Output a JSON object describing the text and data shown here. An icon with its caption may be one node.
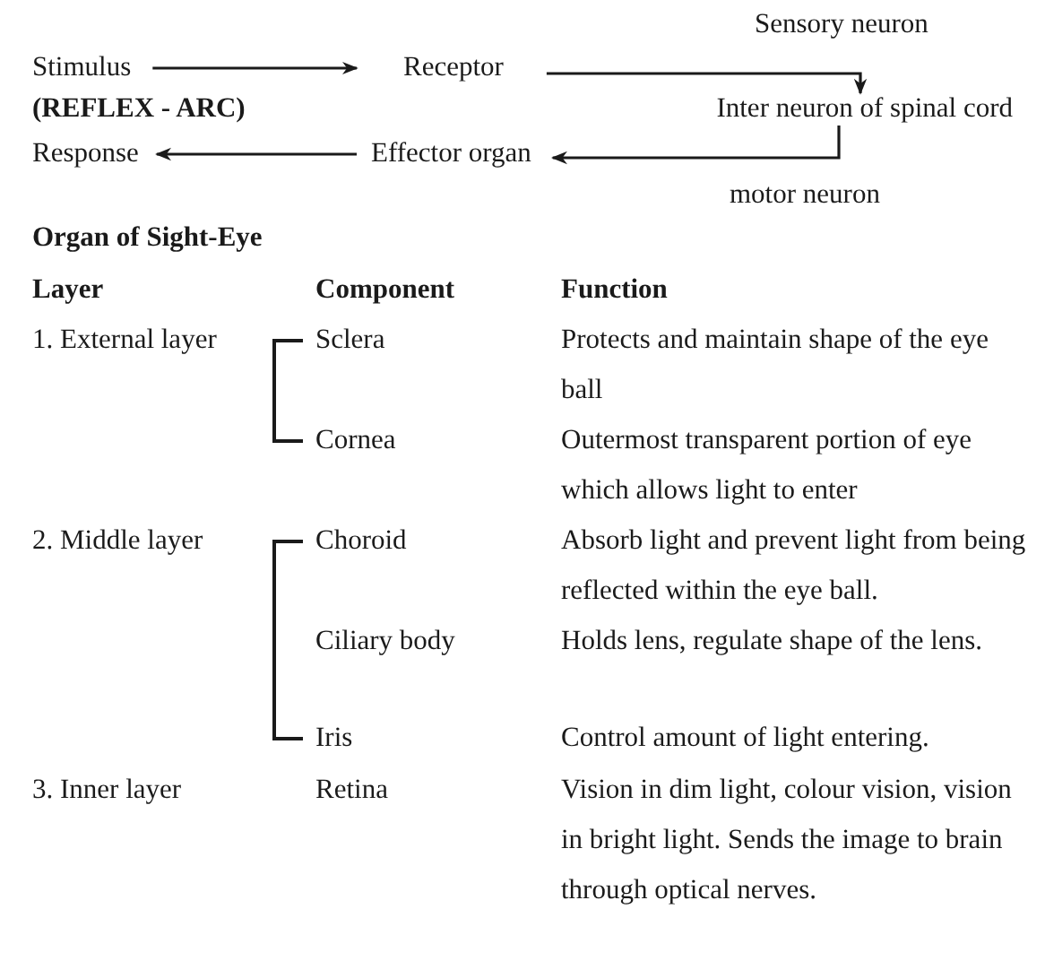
{
  "diagram": {
    "nodes": [
      {
        "text": [
          "Stimulus"
        ]
      },
      {
        "text": [
          "Receptor"
        ]
      },
      {
        "text": [
          "Inter neuron of spinal cord"
        ]
      },
      {
        "text": [
          "Effector organ"
        ]
      },
      {
        "text": [
          "Response"
        ]
      }
    ],
    "edges": [
      {
        "from": 0,
        "to": 1,
        "arrow": "to"
      },
      {
        "from": 1,
        "to": 2,
        "arrow": "to",
        "label": "Sensory neuron"
      },
      {
        "from": 2,
        "to": 3,
        "arrow": "to",
        "label": "motor neuron"
      },
      {
        "from": 3,
        "to": 4,
        "arrow": "to"
      }
    ],
    "labels": [
      "(REFLEX - ARC)",
      "Organ of Sight-Eye",
      "Layer",
      "Component",
      "Function",
      "1. External layer",
      "Sclera",
      "Protects and maintain shape of the eye ball",
      "Cornea",
      "Outermost transparent portion of eye which allows light to enter",
      "2. Middle layer",
      "Choroid",
      "Absorb light and prevent light from being reflected within the eye ball.",
      "Ciliary body",
      "Holds lens, regulate shape of the lens.",
      "Iris",
      "Control amount of light entering.",
      "3. Inner layer",
      "Retina",
      "Vision in dim light, colour vision, vision in bright light. Sends the image to brain through optical nerves."
    ]
  }
}
